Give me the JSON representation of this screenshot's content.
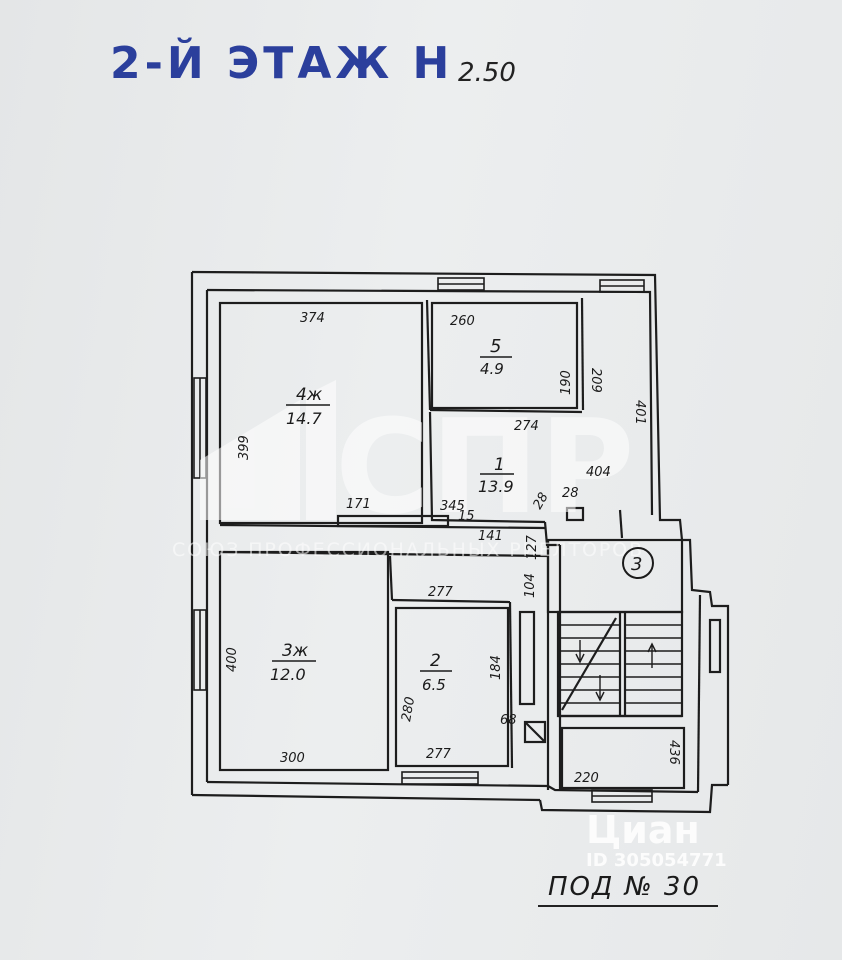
{
  "header": {
    "title": "2-Й ЭТАЖ Н",
    "height": "2.50"
  },
  "rooms": [
    {
      "id": "1",
      "area": "13.9"
    },
    {
      "id": "2",
      "area": "6.5"
    },
    {
      "id": "3ж",
      "area": "12.0"
    },
    {
      "id": "4ж",
      "area": "14.7"
    },
    {
      "id": "5",
      "area": "4.9"
    }
  ],
  "staircase_number": "3",
  "dimensions": {
    "d374": "374",
    "d399": "399",
    "d171": "171",
    "d260": "260",
    "d190": "190",
    "d209": "209",
    "d274": "274",
    "d401": "401",
    "d404": "404",
    "d345": "345",
    "d28a": "28",
    "d28b": "28",
    "d141": "141",
    "d127": "127",
    "d104": "104",
    "d115": "15",
    "d277a": "277",
    "d400": "400",
    "d184": "184",
    "d280": "280",
    "d68": "68",
    "d277b": "277",
    "d300": "300",
    "d220": "220",
    "d436": "436"
  },
  "footer": {
    "label": "ПОД № 30"
  },
  "watermark": {
    "logo_text": "СПР",
    "caption": "СОЮЗ ПРОФЕССИОНАЛЬНЫХ РИЕЛТОРОВ",
    "cian_brand": "Циан",
    "cian_id": "ID 305054771"
  }
}
